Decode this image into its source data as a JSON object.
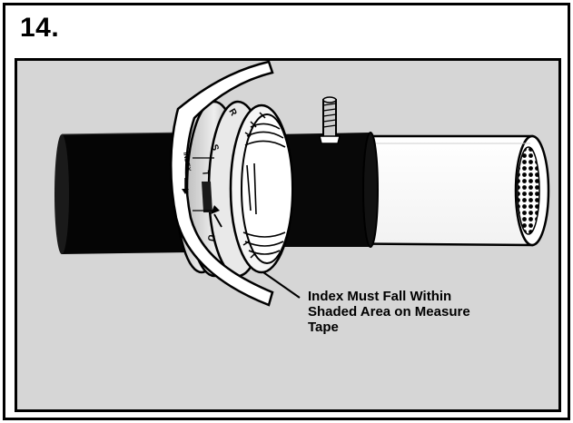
{
  "step_number": "14.",
  "callout": {
    "line1": "Index Must Fall Within",
    "line2": "Shaded Area on Measure",
    "line3": "Tape"
  },
  "tape_letters": {
    "r": "R",
    "s": "S",
    "t": "T",
    "u": "U",
    "index": "INDEX"
  },
  "colors": {
    "panel": "#d6d6d6",
    "ink": "#000000",
    "paper": "#ffffff",
    "shaded": "#1a1a1a"
  }
}
